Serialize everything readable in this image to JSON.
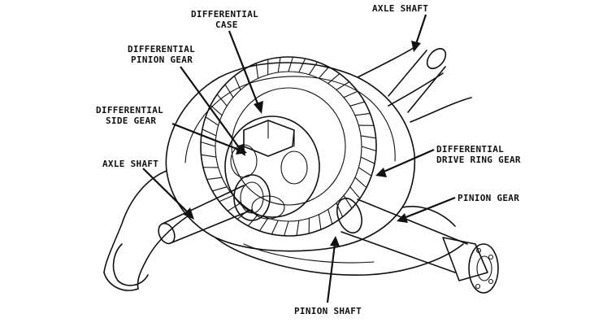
{
  "labels": {
    "differential_case": [
      "DIFFERENTIAL",
      "CASE"
    ],
    "differential_pinion_gear": [
      "DIFFERENTIAL",
      "PINION GEAR"
    ],
    "differential_side_gear": [
      "DIFFERENTIAL",
      "SIDE GEAR"
    ],
    "axle_shaft_left": "AXLE SHAFT",
    "axle_shaft_right": "AXLE SHAFT",
    "differential_drive_ring_gear": [
      "DIFFERENTIAL",
      "DRIVE RING GEAR"
    ],
    "pinion_gear": "PINION GEAR",
    "pinion_shaft": "PINION SHAFT"
  }
}
